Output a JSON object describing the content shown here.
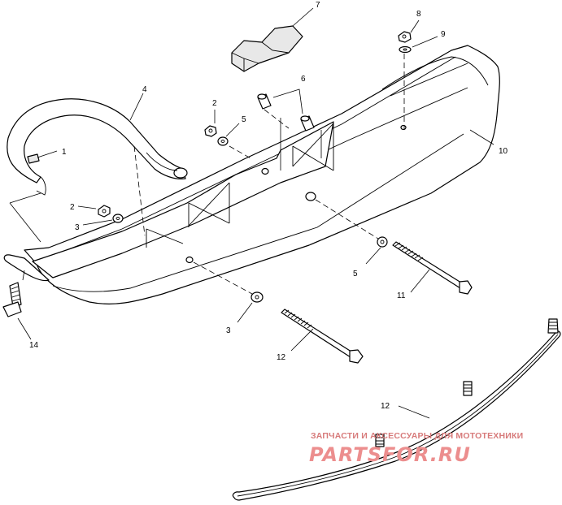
{
  "callouts": {
    "c1": "1",
    "c2a": "2",
    "c2b": "2",
    "c3a": "3",
    "c3b": "3",
    "c4": "4",
    "c5a": "5",
    "c5b": "5",
    "c6": "6",
    "c7": "7",
    "c8": "8",
    "c9": "9",
    "c10": "10",
    "c11": "11",
    "c12a": "12",
    "c12b": "12",
    "c14": "14"
  },
  "watermark": {
    "tagline": "ЗАПЧАСТИ И АКСЕССУАРЫ ДЛЯ МОТОТЕХНИКИ",
    "logo": "PARTSFOR.RU"
  },
  "colors": {
    "line": "#000000",
    "background": "#ffffff",
    "watermark": "#e88a8a"
  }
}
